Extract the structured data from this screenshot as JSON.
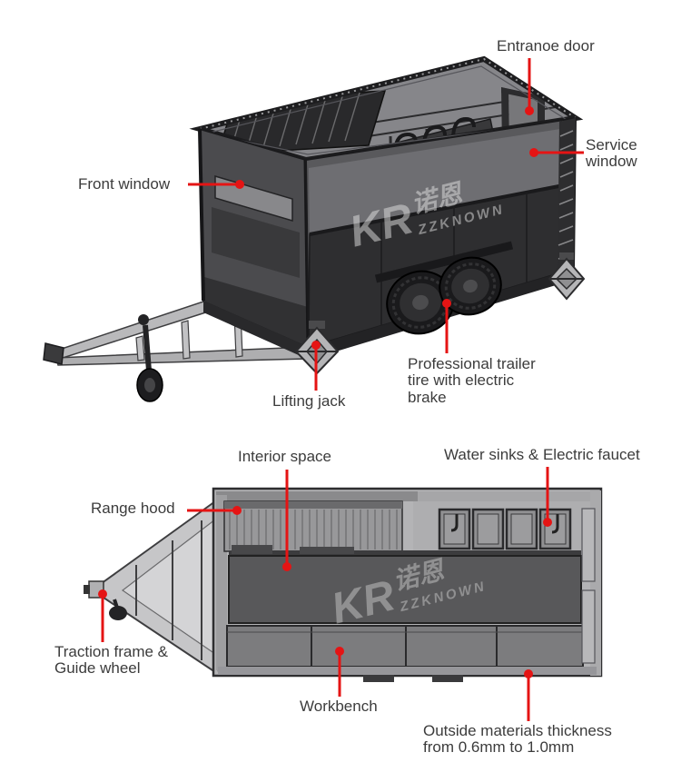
{
  "title": "Food trailer annotated diagram",
  "colors": {
    "callout_red": "#e51414",
    "label_text": "#3c3c3c",
    "background": "#ffffff"
  },
  "views": {
    "isometric": {
      "name": "3D isometric view of trailer"
    },
    "plan": {
      "name": "Top plan view of trailer"
    }
  },
  "labels": {
    "entrance_door": "Entranoe door",
    "service_window": "Service\nwindow",
    "front_window": "Front window",
    "lifting_jack": "Lifting jack",
    "trailer_tire": "Professional trailer\ntire with electric\nbrake",
    "interior_space": "Interior space",
    "water_sinks": "Water sinks & Electric faucet",
    "range_hood": "Range hood",
    "traction_frame": "Traction frame &\nGuide wheel",
    "workbench": "Workbench",
    "outside_materials": "Outside materials thickness\nfrom 0.6mm to 1.0mm"
  },
  "watermark": {
    "logo": "KR",
    "cjk": "诺恩",
    "brand": "ZZKNOWN"
  }
}
